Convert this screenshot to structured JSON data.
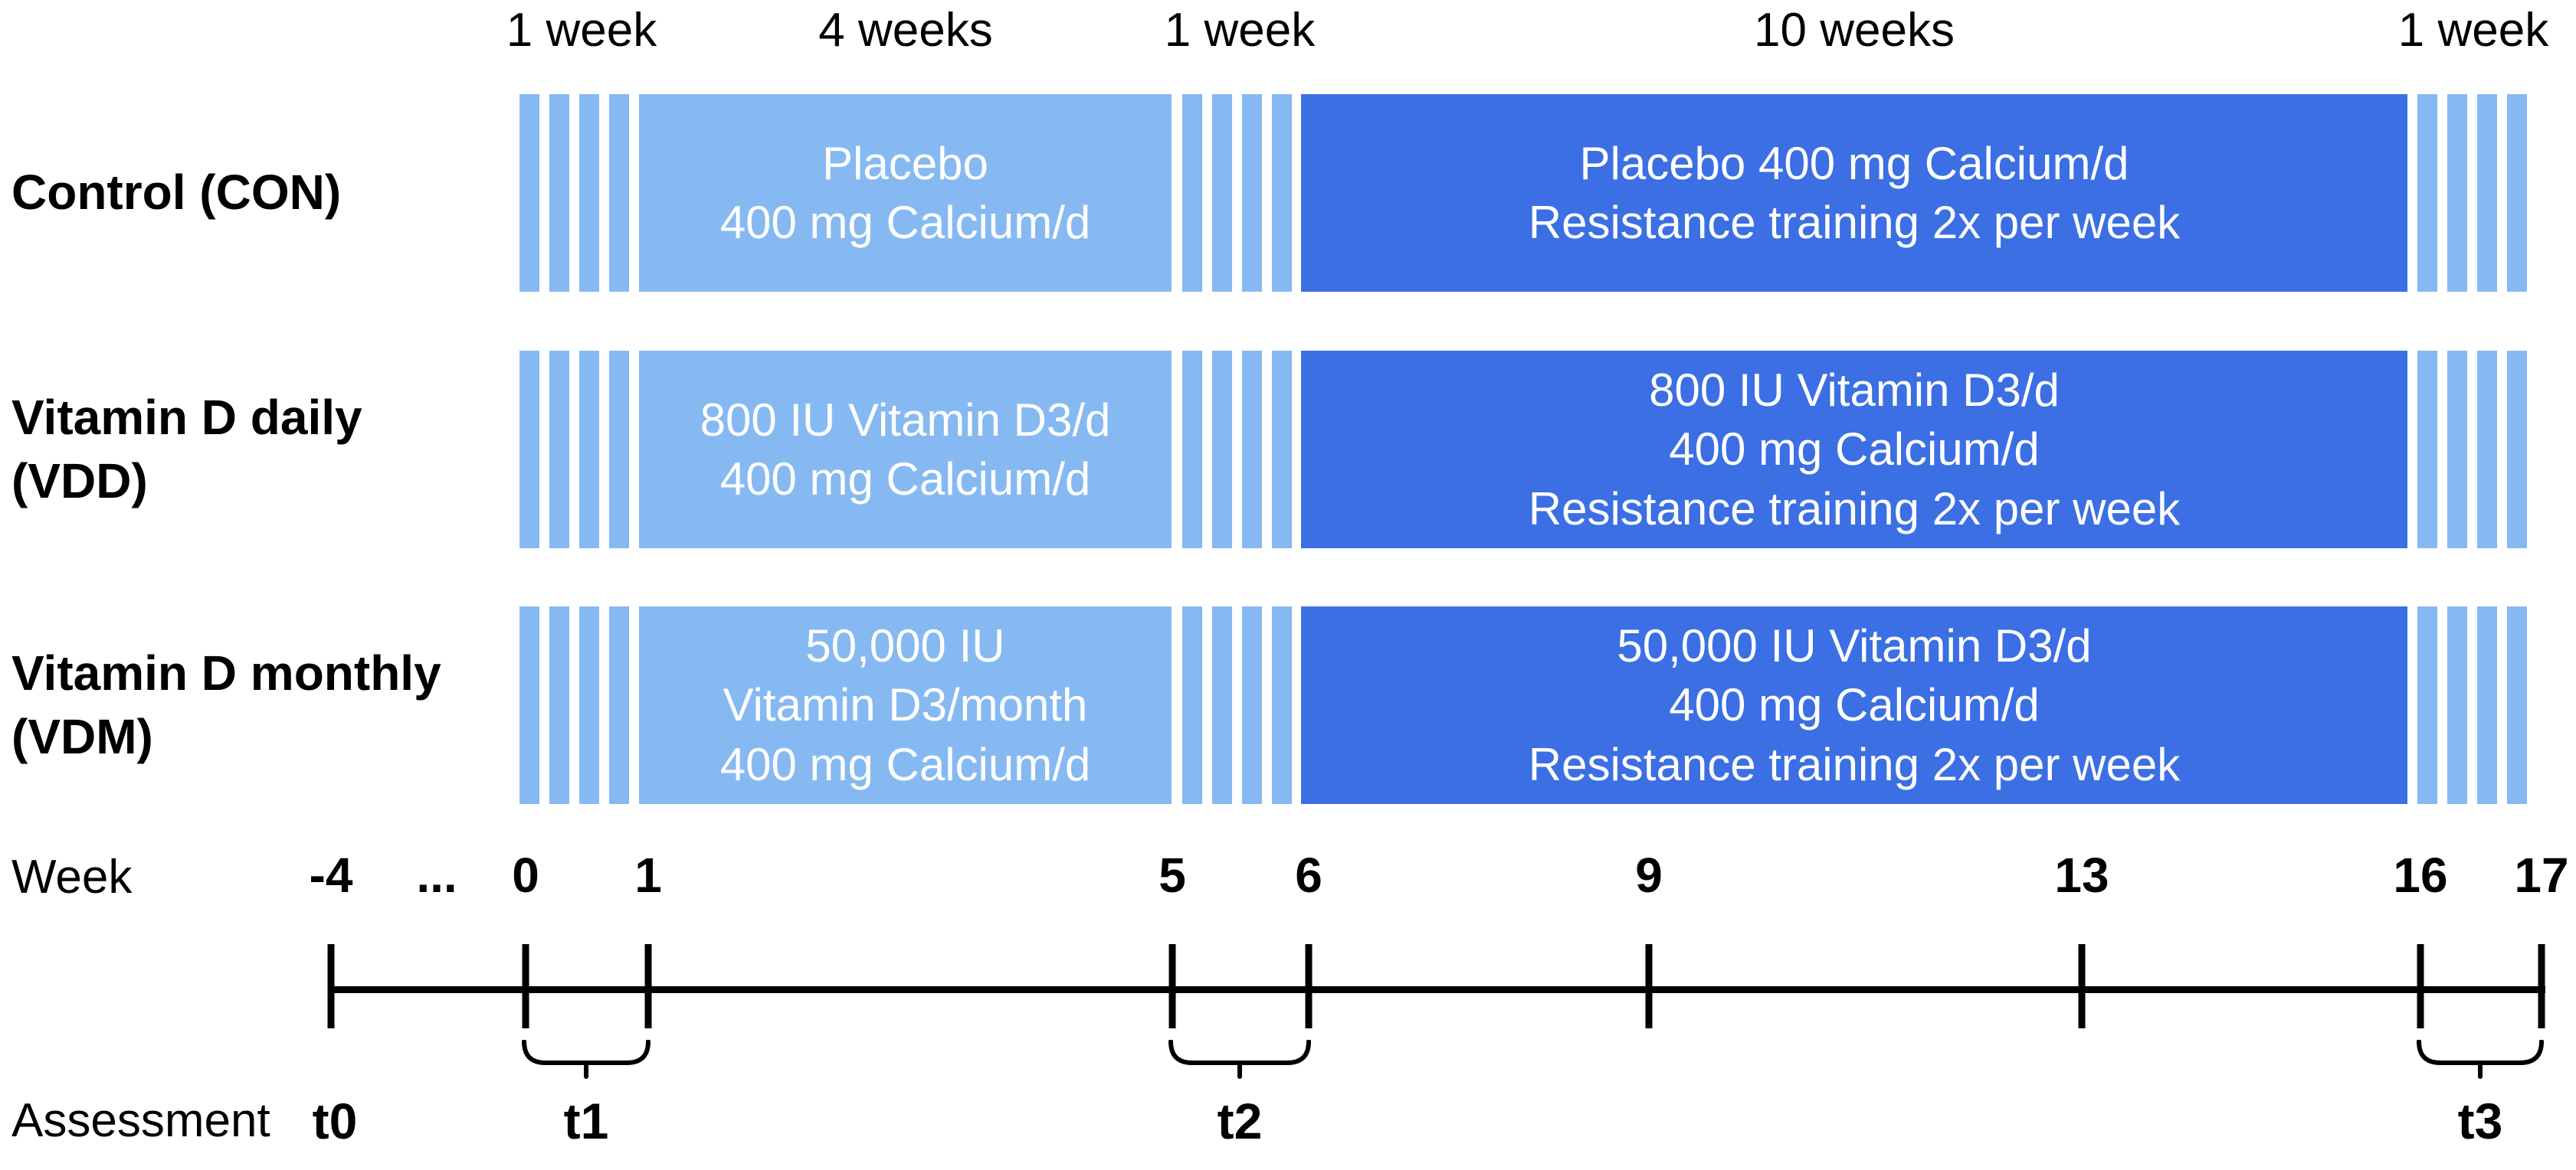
{
  "colors": {
    "light_blue": "#86B9F1",
    "dark_blue": "#3B6FE3",
    "bar_text": "#FFFFFF",
    "text": "#000000"
  },
  "phase_durations": [
    "1 week",
    "4 weeks",
    "1 week",
    "10 weeks",
    "1 week"
  ],
  "groups": [
    {
      "label": "Control (CON)",
      "run_in": "Placebo\n400 mg Calcium/d",
      "intervention": "Placebo 400 mg Calcium/d\nResistance training 2x per week"
    },
    {
      "label": "Vitamin D daily\n(VDD)",
      "run_in": "800 IU Vitamin D3/d\n400 mg Calcium/d",
      "intervention": "800 IU Vitamin D3/d\n400 mg Calcium/d\nResistance training 2x per week"
    },
    {
      "label": "Vitamin D monthly\n(VDM)",
      "run_in": "50,000 IU\nVitamin D3/month\n400 mg Calcium/d",
      "intervention": "50,000 IU Vitamin D3/d\n400 mg Calcium/d\nResistance training 2x per week"
    }
  ],
  "timeline": {
    "axis_label": "Week",
    "tick_labels": [
      "-4",
      "...",
      "0",
      "1",
      "5",
      "6",
      "9",
      "13",
      "16",
      "17"
    ]
  },
  "assessment": {
    "label": "Assessment",
    "timepoints": [
      "t0",
      "t1",
      "t2",
      "t3"
    ]
  }
}
